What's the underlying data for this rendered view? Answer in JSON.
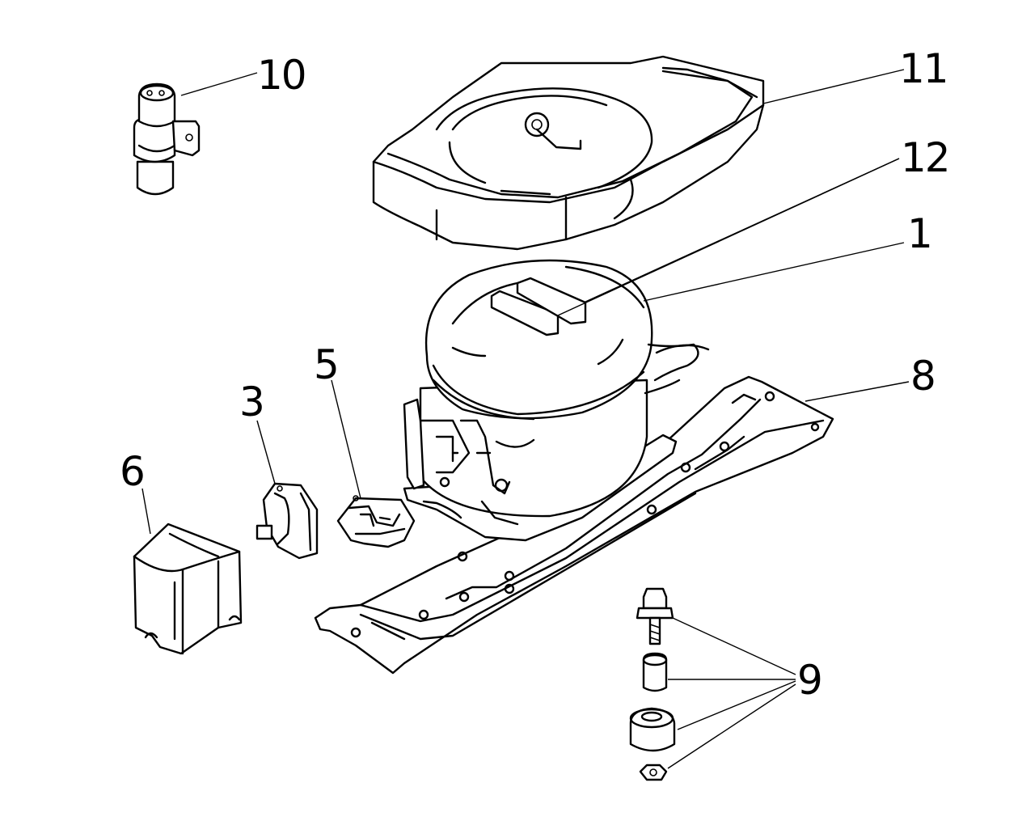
{
  "callouts": {
    "c1": "1",
    "c3": "3",
    "c5": "5",
    "c6": "6",
    "c8": "8",
    "c9": "9",
    "c10": "10",
    "c11": "11",
    "c12": "12"
  }
}
